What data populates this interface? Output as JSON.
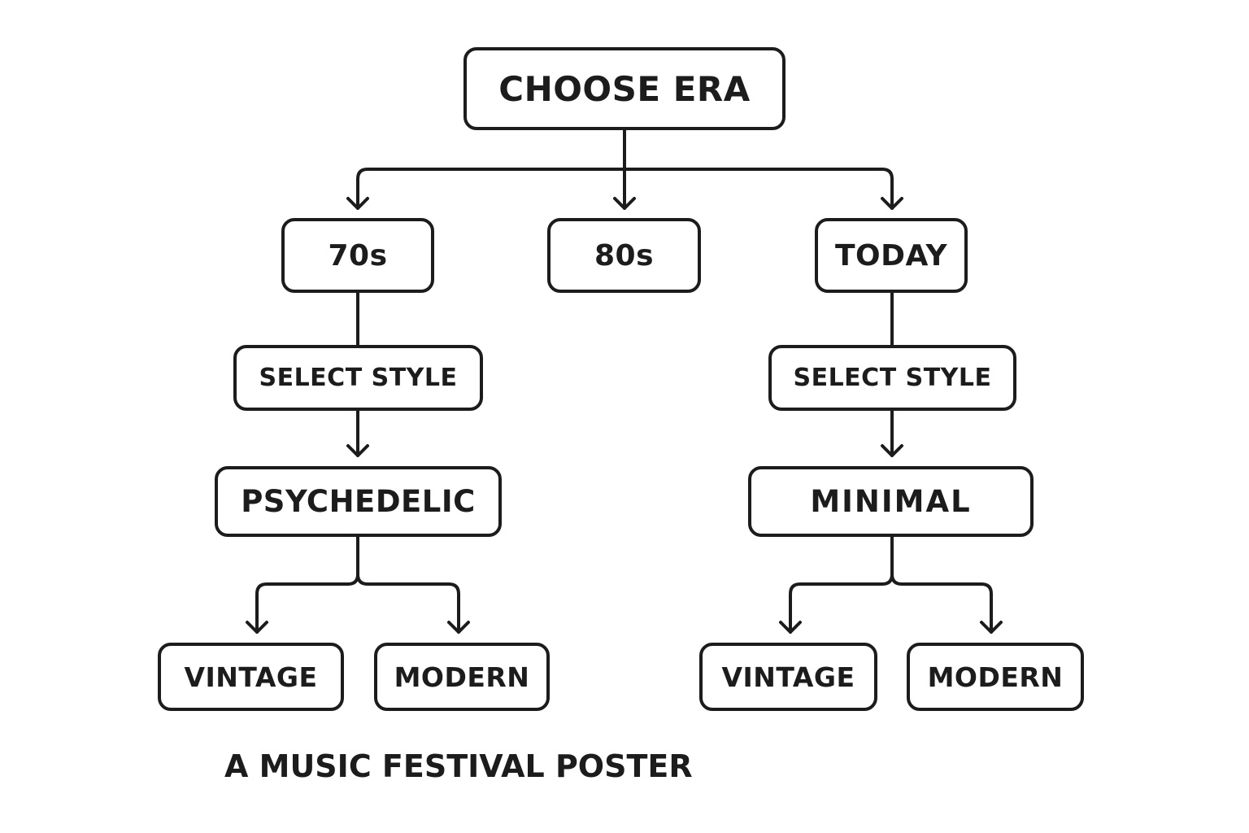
{
  "diagram": {
    "root": "CHOOSE ERA",
    "eras": [
      "70s",
      "80s",
      "TODAY"
    ],
    "left_branch": {
      "step": "SELECT STYLE",
      "style": "PSYCHEDELIC",
      "options": [
        "VINTAGE",
        "MODERN"
      ]
    },
    "right_branch": {
      "step": "SELECT STYLE",
      "style": "MINIMAL",
      "options": [
        "VINTAGE",
        "MODERN"
      ]
    }
  },
  "caption": "A MUSIC FESTIVAL POSTER",
  "colors": {
    "stroke": "#1c1c1c",
    "background": "#ffffff"
  }
}
